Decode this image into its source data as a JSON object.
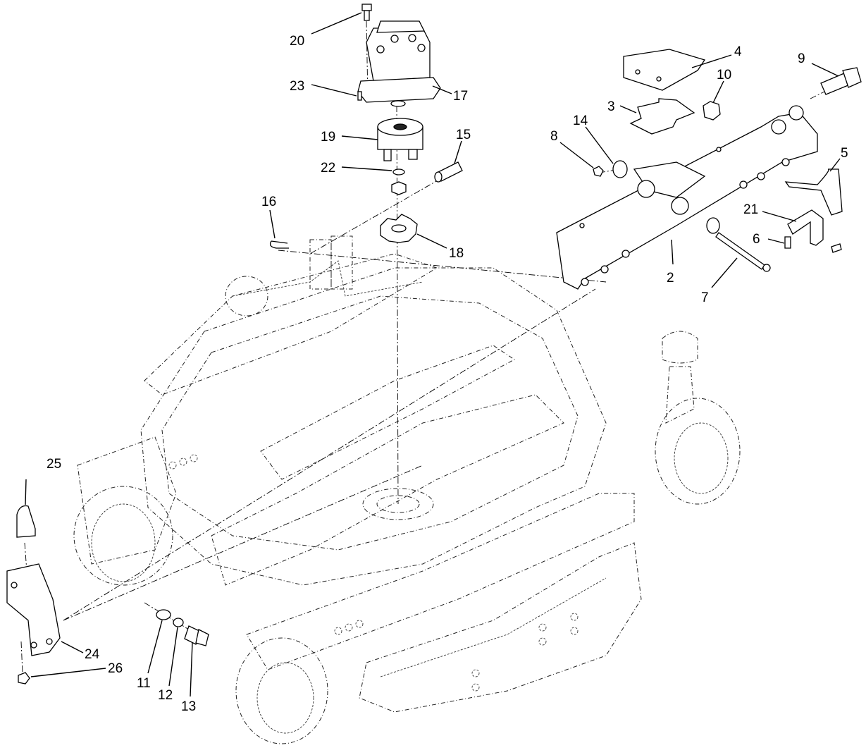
{
  "callouts": [
    {
      "id": "c20",
      "text": "20"
    },
    {
      "id": "c23",
      "text": "23"
    },
    {
      "id": "c17",
      "text": "17"
    },
    {
      "id": "c19",
      "text": "19"
    },
    {
      "id": "c22",
      "text": "22"
    },
    {
      "id": "c15",
      "text": "15"
    },
    {
      "id": "c16",
      "text": "16"
    },
    {
      "id": "c18",
      "text": "18"
    },
    {
      "id": "c4",
      "text": "4"
    },
    {
      "id": "c9",
      "text": "9"
    },
    {
      "id": "c10",
      "text": "10"
    },
    {
      "id": "c3",
      "text": "3"
    },
    {
      "id": "c14",
      "text": "14"
    },
    {
      "id": "c8",
      "text": "8"
    },
    {
      "id": "c5",
      "text": "5"
    },
    {
      "id": "c21",
      "text": "21"
    },
    {
      "id": "c6",
      "text": "6"
    },
    {
      "id": "c2",
      "text": "2"
    },
    {
      "id": "c7",
      "text": "7"
    },
    {
      "id": "c25",
      "text": "25"
    },
    {
      "id": "c24",
      "text": "24"
    },
    {
      "id": "c26",
      "text": "26"
    },
    {
      "id": "c11",
      "text": "11"
    },
    {
      "id": "c12",
      "text": "12"
    },
    {
      "id": "c13",
      "text": "13"
    }
  ]
}
